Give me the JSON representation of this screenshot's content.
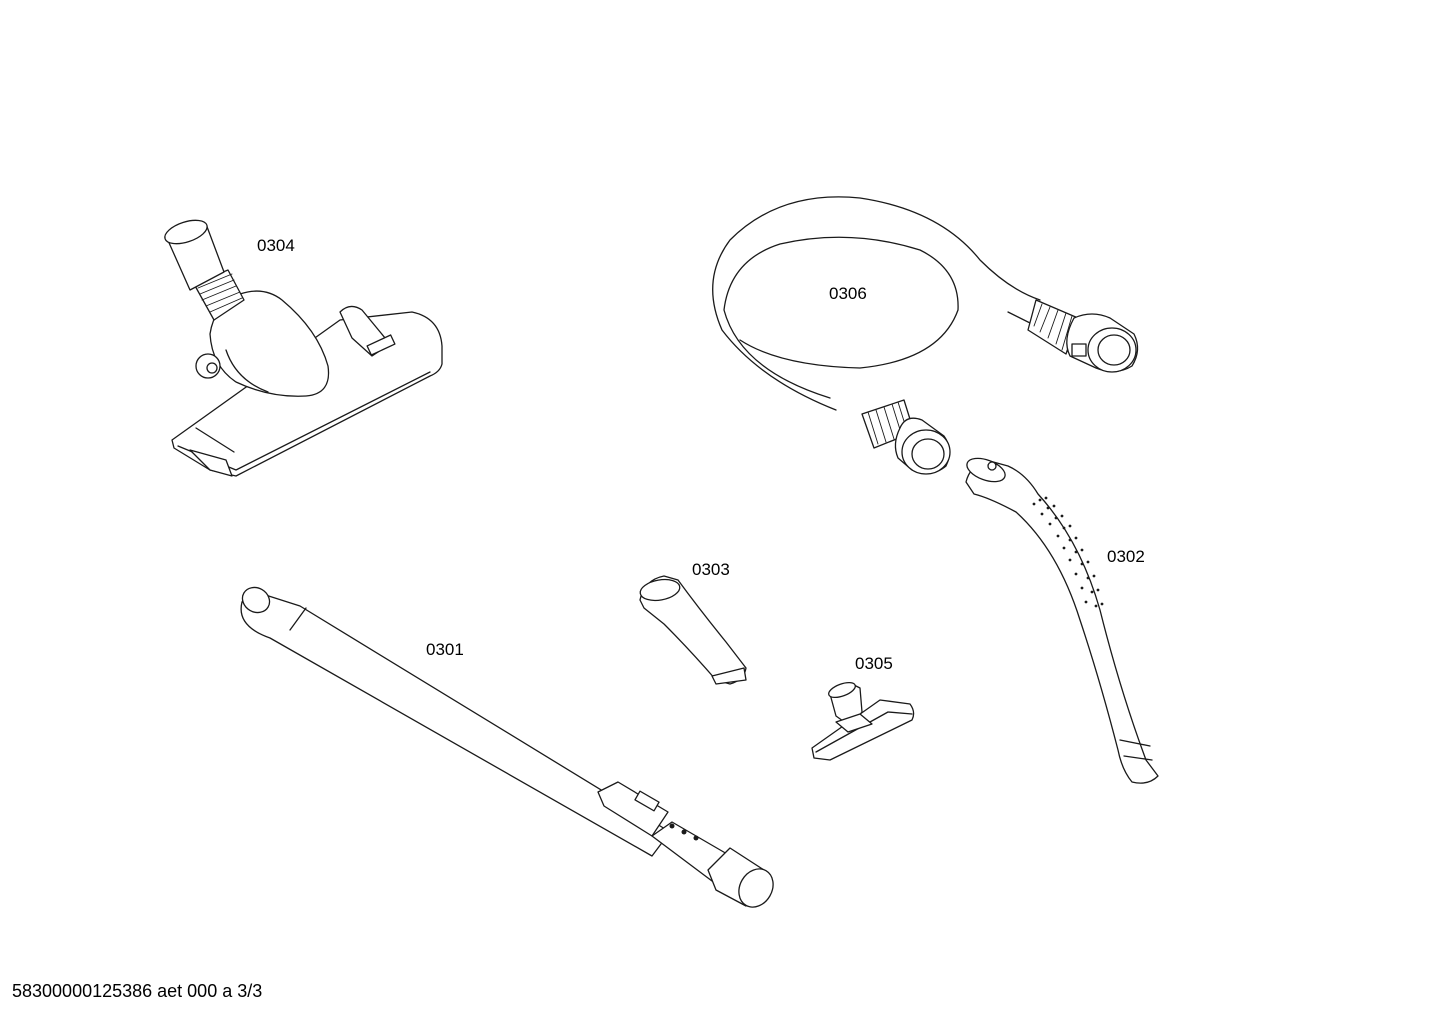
{
  "parts": [
    {
      "number": "0304"
    },
    {
      "number": "0306"
    },
    {
      "number": "0302"
    },
    {
      "number": "0303"
    },
    {
      "number": "0301"
    },
    {
      "number": "0305"
    }
  ],
  "footer": {
    "document_id": "58300000125386 aet 000 a 3/3"
  },
  "colors": {
    "line": "#1a1a1a",
    "background": "#ffffff"
  }
}
